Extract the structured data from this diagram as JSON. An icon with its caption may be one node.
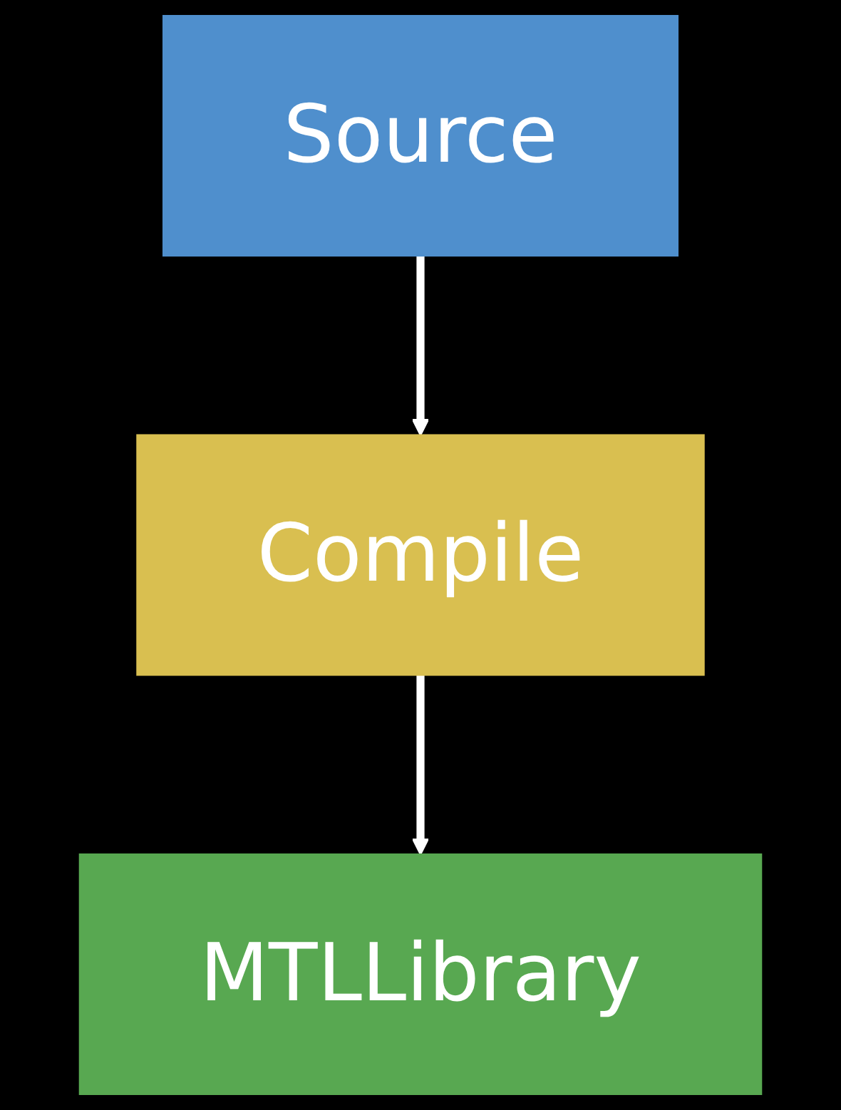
{
  "diagram": {
    "nodes": [
      {
        "text": [
          "Source"
        ]
      },
      {
        "text": [
          "Compile"
        ]
      },
      {
        "text": [
          "MTLLibrary"
        ]
      }
    ],
    "edges": [
      {
        "from": 0,
        "to": 1,
        "arrow": "to"
      },
      {
        "from": 1,
        "to": 2,
        "arrow": "to"
      }
    ]
  }
}
